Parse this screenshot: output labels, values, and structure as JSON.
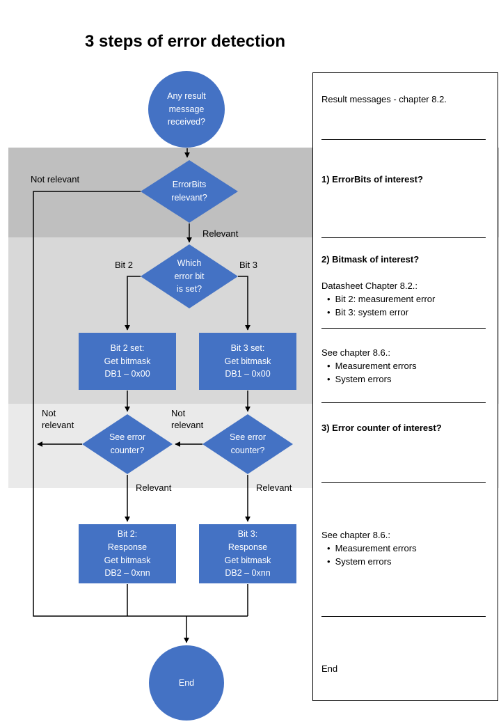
{
  "title": "3 steps of error detection",
  "colors": {
    "node_blue": "#4472c4",
    "band_errorbits": "#bfbfbf",
    "band_bitmask": "#d8d8d8",
    "band_counter": "#eaeaea"
  },
  "glyphs": {
    "bullet": "•"
  },
  "flow": {
    "nodes": {
      "start": "Any result\nmessage\nreceived?",
      "errorbits": "ErrorBits\nrelevant?",
      "which_bit": "Which\nerror bit\nis set?",
      "bit2_set": "Bit 2 set:\nGet bitmask\nDB1 – 0x00",
      "bit3_set": "Bit 3 set:\nGet bitmask\nDB1 – 0x00",
      "see_counter_left": "See error\ncounter?",
      "see_counter_right": "See error\ncounter?",
      "bit2_response": "Bit 2:\nResponse\nGet bitmask\nDB2 – 0xnn",
      "bit3_response": "Bit 3:\nResponse\nGet bitmask\nDB2 – 0xnn",
      "end": "End"
    },
    "labels": {
      "not_relevant_top": "Not relevant",
      "relevant_top": "Relevant",
      "bit2": "Bit 2",
      "bit3": "Bit 3",
      "not_relevant_left": "Not\nrelevant",
      "not_relevant_mid": "Not\nrelevant",
      "relevant_left": "Relevant",
      "relevant_right": "Relevant"
    }
  },
  "sidebar": {
    "note_top": "Result messages - chapter 8.2.",
    "s1_title": "1) ErrorBits of interest?",
    "s2_title": "2) Bitmask of interest?",
    "s2_sub": "Datasheet Chapter 8.2.:",
    "s2_bullets": [
      "Bit 2: measurement error",
      "Bit 3: system error"
    ],
    "s2_see": "See chapter 8.6.:",
    "s2_see_bullets": [
      "Measurement errors",
      "System errors"
    ],
    "s3_title": "3) Error counter of interest?",
    "s3_see": "See chapter 8.6.:",
    "s3_see_bullets": [
      "Measurement errors",
      "System errors"
    ],
    "end": "End"
  }
}
